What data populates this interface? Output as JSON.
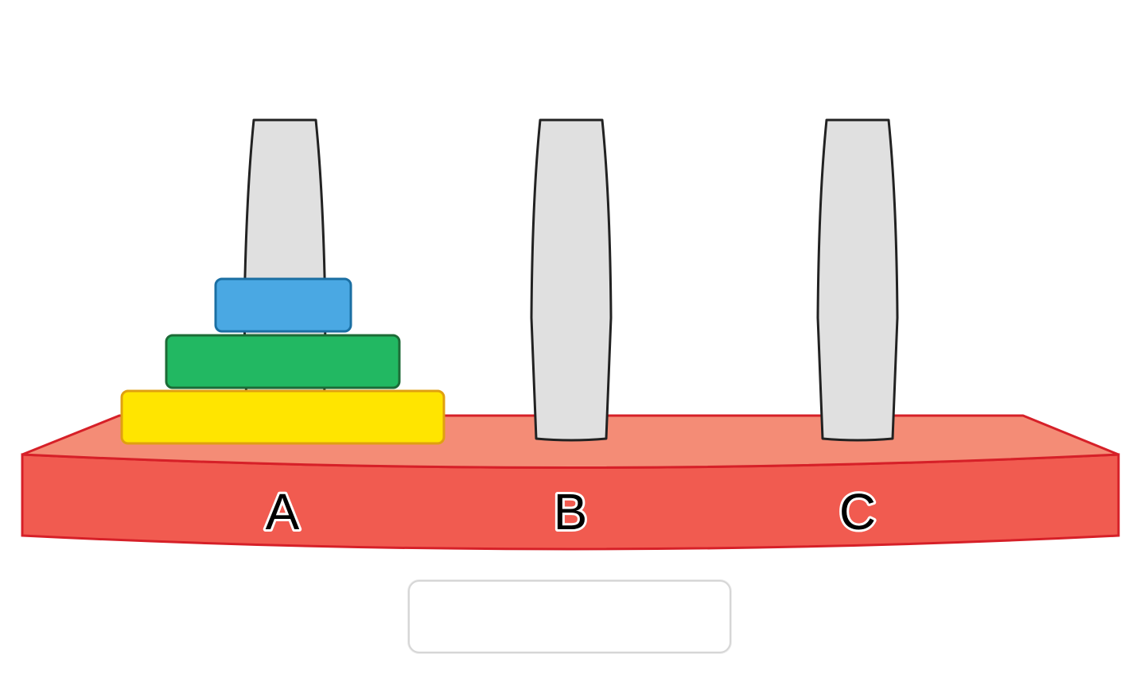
{
  "colors": {
    "base_top": "#f48c76",
    "base_front": "#f15b50",
    "base_stroke": "#d62028",
    "peg_fill": "#e0e0e0",
    "peg_stroke": "#222222"
  },
  "pegs": [
    {
      "id": "A",
      "label": "A"
    },
    {
      "id": "B",
      "label": "B"
    },
    {
      "id": "C",
      "label": "C"
    }
  ],
  "disks": [
    {
      "name": "disk-small",
      "peg": "A",
      "color": "#4aa8e3",
      "border": "#1b6fa3"
    },
    {
      "name": "disk-medium",
      "peg": "A",
      "color": "#22b862",
      "border": "#1d6b37"
    },
    {
      "name": "disk-large",
      "peg": "A",
      "color": "#ffe500",
      "border": "#e0a010"
    }
  ],
  "move_input": {
    "value": ""
  }
}
